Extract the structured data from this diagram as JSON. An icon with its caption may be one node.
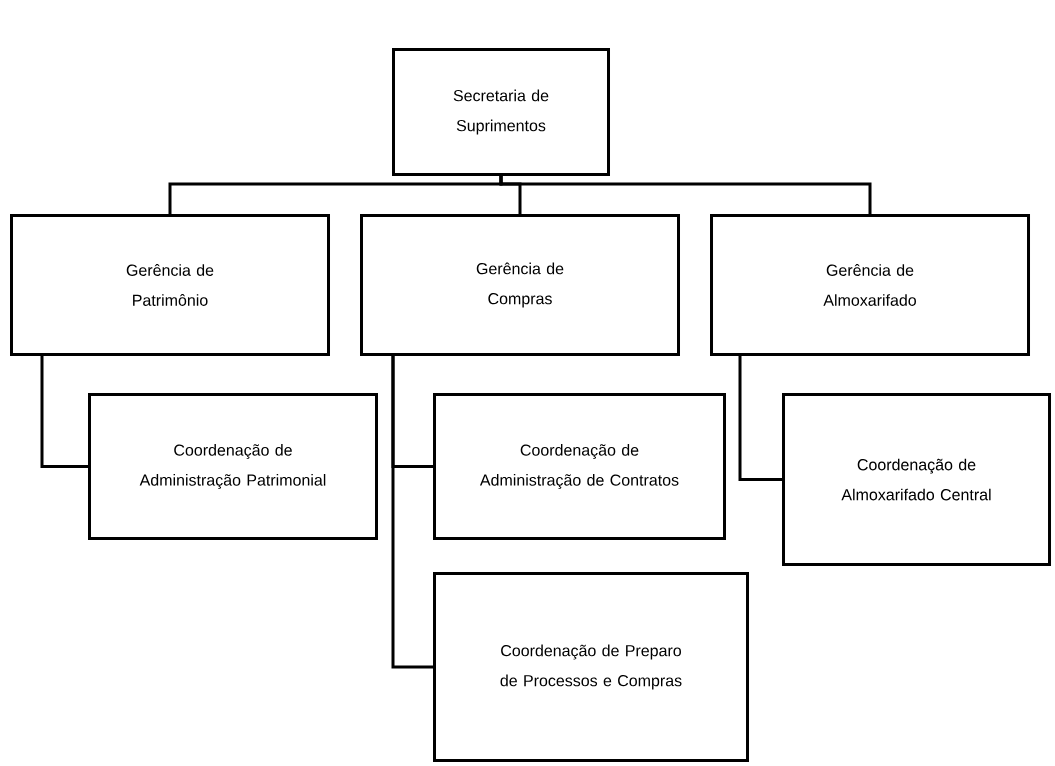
{
  "diagram": {
    "nodes": [
      {
        "text": [
          "Secretaria de Suprimentos"
        ]
      },
      {
        "text": [
          "Gerência de Patrimônio"
        ]
      },
      {
        "text": [
          "Gerência de Compras"
        ]
      },
      {
        "text": [
          "Gerência de Almoxarifado"
        ]
      },
      {
        "text": [
          "Coordenação de Administração Patrimonial"
        ]
      },
      {
        "text": [
          "Coordenação de Administração de Contratos"
        ]
      },
      {
        "text": [
          "Coordenação de Preparo de Processos e Compras"
        ]
      },
      {
        "text": [
          "Coordenação de Almoxarifado Central"
        ]
      }
    ],
    "edges": [
      {
        "from": 0,
        "to": 1,
        "arrow": "none"
      },
      {
        "from": 0,
        "to": 2,
        "arrow": "none"
      },
      {
        "from": 0,
        "to": 3,
        "arrow": "none"
      },
      {
        "from": 1,
        "to": 4,
        "arrow": "none"
      },
      {
        "from": 2,
        "to": 5,
        "arrow": "none"
      },
      {
        "from": 2,
        "to": 6,
        "arrow": "none"
      },
      {
        "from": 3,
        "to": 7,
        "arrow": "none"
      }
    ]
  }
}
